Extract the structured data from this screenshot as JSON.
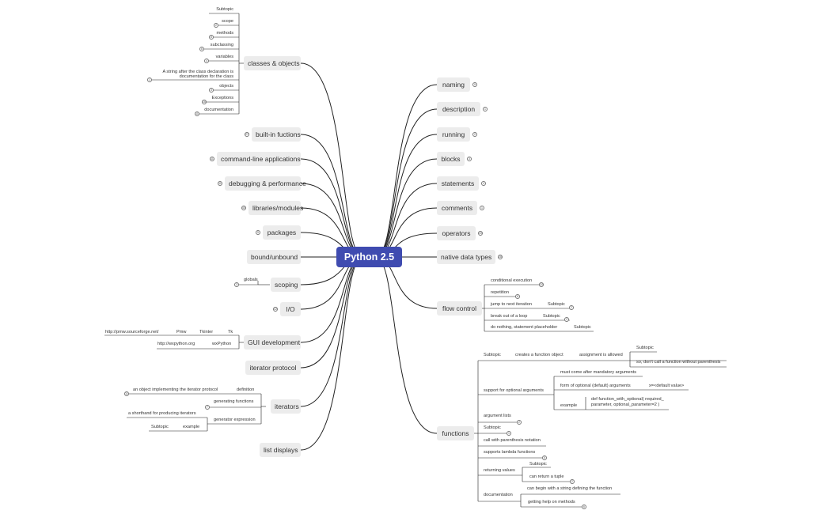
{
  "root": {
    "label": "Python 2.5"
  },
  "right_topics": [
    {
      "id": "naming",
      "label": "naming",
      "badge": "9"
    },
    {
      "id": "description",
      "label": "description",
      "badge": "1"
    },
    {
      "id": "running",
      "label": "running",
      "badge": "2"
    },
    {
      "id": "blocks",
      "label": "blocks",
      "badge": "3"
    },
    {
      "id": "statements",
      "label": "statements",
      "badge": "4"
    },
    {
      "id": "comments",
      "label": "comments",
      "badge": "1"
    },
    {
      "id": "operators",
      "label": "operators",
      "badge": "10"
    },
    {
      "id": "native",
      "label": "native data types",
      "badge": "28"
    },
    {
      "id": "flow",
      "label": "flow control",
      "badge": ""
    },
    {
      "id": "functions",
      "label": "functions",
      "badge": ""
    }
  ],
  "left_topics": [
    {
      "id": "classes",
      "label": "classes & objects",
      "badge": ""
    },
    {
      "id": "builtin",
      "label": "built-in fuctions",
      "badge": "27"
    },
    {
      "id": "cli",
      "label": "command-line applications",
      "badge": "11"
    },
    {
      "id": "debug",
      "label": "debugging & performance",
      "badge": "11"
    },
    {
      "id": "libs",
      "label": "libraries/modules",
      "badge": "40"
    },
    {
      "id": "packages",
      "label": "packages",
      "badge": "5"
    },
    {
      "id": "bound",
      "label": "bound/unbound",
      "badge": ""
    },
    {
      "id": "scoping",
      "label": "scoping",
      "badge": ""
    },
    {
      "id": "io",
      "label": "I/O",
      "badge": "12"
    },
    {
      "id": "gui",
      "label": "GUI development",
      "badge": ""
    },
    {
      "id": "iterproto",
      "label": "iterator protocol",
      "badge": ""
    },
    {
      "id": "iterators",
      "label": "iterators",
      "badge": ""
    },
    {
      "id": "listdisp",
      "label": "list displays",
      "badge": ""
    }
  ],
  "subtopics": {
    "classes": [
      {
        "id": "c0",
        "label": "Subtopic",
        "badge": ""
      },
      {
        "id": "c1",
        "label": "scope",
        "badge": "2"
      },
      {
        "id": "c2",
        "label": "methods",
        "badge": "8"
      },
      {
        "id": "c3",
        "label": "subclassing",
        "badge": "6"
      },
      {
        "id": "c4",
        "label": "variables",
        "badge": "4"
      },
      {
        "id": "c5",
        "label": "A string after the class declaration is",
        "label2": "documentation for the class",
        "badge": "1"
      },
      {
        "id": "c6",
        "label": "objects",
        "badge": "3"
      },
      {
        "id": "c7",
        "label": "Exceptions",
        "badge": "16"
      },
      {
        "id": "c8",
        "label": "documentation",
        "badge": "11"
      }
    ],
    "scoping": [
      {
        "id": "s0",
        "label": "globals",
        "badge": "3"
      }
    ],
    "gui": [
      {
        "id": "g0",
        "label": "Tk",
        "chain": [
          "Tkinter",
          "Pmw",
          "http://pmw.sourceforge.net/"
        ]
      },
      {
        "id": "g1",
        "label": "wxPython",
        "chain": [
          "http://wxpython.org"
        ]
      }
    ],
    "iterators": [
      {
        "id": "it0",
        "label": "definition",
        "chain": [
          "an object implementing the iterator protocol"
        ],
        "badge": "11"
      },
      {
        "id": "it1",
        "label": "generating functions",
        "badge": "7"
      },
      {
        "id": "it2",
        "label": "generator expression",
        "chain": [
          "a shorthand for producing iterators"
        ],
        "sub": {
          "label": "example",
          "chain": [
            "Subtopic"
          ]
        }
      }
    ],
    "flow": [
      {
        "id": "f0",
        "label": "conditional execution",
        "badge": "10"
      },
      {
        "id": "f1",
        "label": "repetition",
        "badge": "6"
      },
      {
        "id": "f2",
        "label": "jump to next iteration",
        "chain": [
          "Subtopic"
        ],
        "badge": "2"
      },
      {
        "id": "f3",
        "label": "break out of a loop",
        "chain": [
          "Subtopic"
        ],
        "badge": "2"
      },
      {
        "id": "f4",
        "label": "do nothing, statement placeholder",
        "chain": [
          "Subtopic"
        ]
      }
    ],
    "functions": {
      "f0": {
        "label": "Subtopic",
        "chain": [
          "creates a function object",
          "assignment is allowed"
        ],
        "leaf_a": "Subtopic",
        "leaf_b": "so, don't call a function without parenthesis"
      },
      "f1": {
        "label": "support for optional arguments",
        "a": "must come after mandatory arguments",
        "b": "form of optional (default) arguments",
        "b_leaf": "x=<default value>",
        "c": "example",
        "c_leaf1": "def function_with_optional( required_",
        "c_leaf2": "parameter, optional_parameter=2 )"
      },
      "f2": {
        "label": "argument lists",
        "badge": "2"
      },
      "f3": {
        "label": "Subtopic",
        "badge": "1"
      },
      "f4": {
        "label": "call with parenthesis notation"
      },
      "f5": {
        "label": "supports lambda functions",
        "badge": "5"
      },
      "f6": {
        "label": "returning values",
        "a": "Subtopic",
        "b": "can return a tuple",
        "b_badge": "2"
      },
      "f7": {
        "label": "documentation",
        "a": "can begin with a string defining the function",
        "b": "getting help on methods",
        "b_badge": "6"
      }
    }
  },
  "colors": {
    "root": "#3f4bb0",
    "node": "#ececec",
    "line": "#222222",
    "text": "#333333"
  }
}
